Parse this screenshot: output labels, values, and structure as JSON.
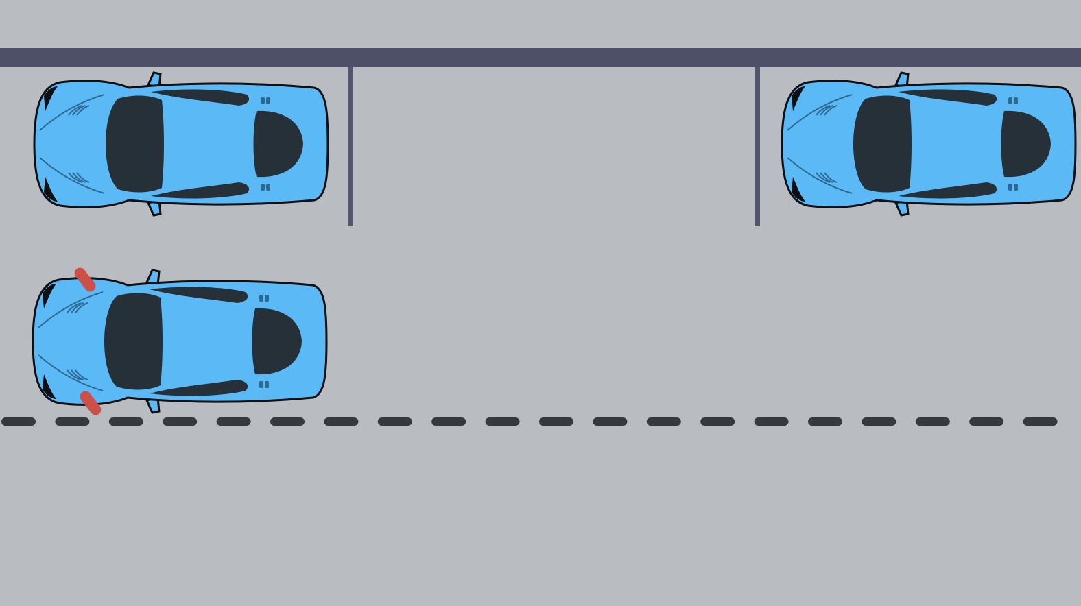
{
  "scene": {
    "description_type": "parallel-parking-diagram",
    "colors": {
      "road": "#b9bdc1",
      "curb": "#4d5068",
      "divider": "#52556c",
      "lane_marking": "#363a3f",
      "car_body": "#5bb9f5",
      "car_glass": "#263038",
      "car_outline": "#0d0f12",
      "turn_signal": "#cc4f4a"
    },
    "cars": [
      {
        "id": "parked-car-front",
        "state": "parked",
        "signals_on": false
      },
      {
        "id": "parked-car-rear",
        "state": "parked",
        "signals_on": false
      },
      {
        "id": "maneuvering-car",
        "state": "preparing-to-reverse",
        "signals_on": true
      }
    ],
    "parking_space": {
      "state": "empty"
    },
    "icons": [
      "car-icon",
      "turn-signal-icon"
    ]
  }
}
